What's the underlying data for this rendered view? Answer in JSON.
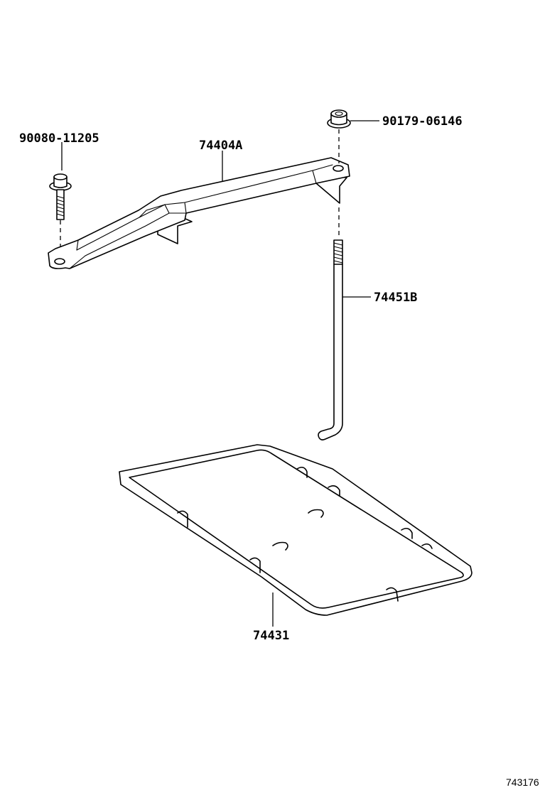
{
  "parts": {
    "bolt": {
      "label": "90080-11205"
    },
    "nut": {
      "label": "90179-06146"
    },
    "clamp": {
      "label": "74404A"
    },
    "rod": {
      "label": "74451B"
    },
    "tray": {
      "label": "74431"
    }
  },
  "figure_id": "743176"
}
